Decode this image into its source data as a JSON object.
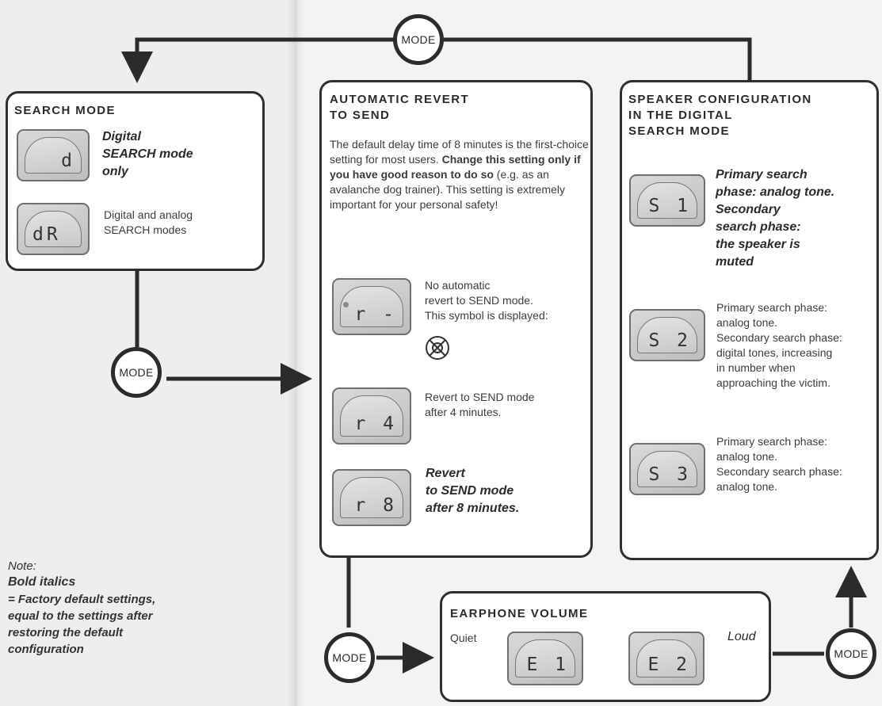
{
  "mode_label": "MODE",
  "search_mode": {
    "title": "SEARCH MODE",
    "options": [
      {
        "display": "d",
        "text": "Digital\nSEARCH mode\nonly",
        "default": true
      },
      {
        "display": "dR",
        "text": "Digital and analog\nSEARCH modes",
        "default": false
      }
    ]
  },
  "auto_revert": {
    "title": "AUTOMATIC REVERT\nTO SEND",
    "intro_plain": "The default delay time of 8 minutes is the first-choice setting for most users.",
    "intro_bold": "Change this setting only if you have good reason to do so",
    "intro_rest": " (e.g. as an avalanche dog trainer). This setting is extremely important for your personal safety!",
    "options": [
      {
        "display": "r -",
        "text": "No automatic\nrevert to SEND mode.\nThis symbol is displayed:",
        "icon": "no-revert-symbol-icon",
        "default": false
      },
      {
        "display": "r 4",
        "text": "Revert to SEND mode\nafter 4 minutes.",
        "default": false
      },
      {
        "display": "r 8",
        "text": "Revert\nto SEND mode\nafter 8 minutes.",
        "default": true
      }
    ]
  },
  "speaker_config": {
    "title": "SPEAKER CONFIGURATION\nIN THE DIGITAL\nSEARCH MODE",
    "options": [
      {
        "display": "S 1",
        "text": "Primary search\nphase: analog tone.\nSecondary\nsearch phase:\nthe speaker is\nmuted",
        "default": true
      },
      {
        "display": "S 2",
        "text": "Primary search phase:\nanalog tone.\nSecondary search phase:\ndigital tones, increasing\nin number when\napproaching the victim.",
        "default": false
      },
      {
        "display": "S 3",
        "text": "Primary search phase:\nanalog tone.\nSecondary search phase:\nanalog tone.",
        "default": false
      }
    ]
  },
  "earphone_volume": {
    "title": "EARPHONE VOLUME",
    "quiet_label": "Quiet",
    "loud_label": "Loud",
    "options": [
      {
        "display": "E 1"
      },
      {
        "display": "E 2"
      }
    ]
  },
  "note": {
    "label": "Note:",
    "bold_label": "Bold italics",
    "text": "= Factory default settings,\nequal to the settings after\nrestoring the default\nconfiguration"
  },
  "colors": {
    "line": "#2b2b2b",
    "box_border": "#2f2f2f",
    "paper": "#f1f1f0"
  }
}
